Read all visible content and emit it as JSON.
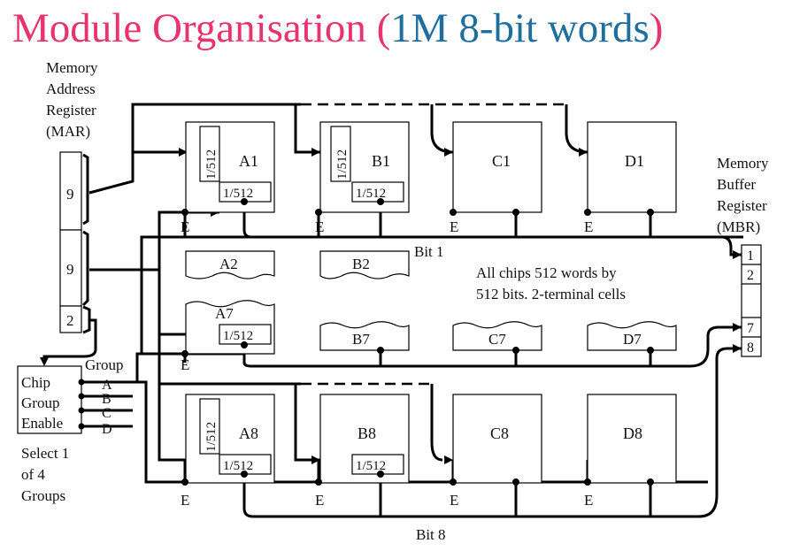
{
  "title": {
    "part1": "Module Organisation (",
    "part2": "1M 8-bit words",
    "part3": ")"
  },
  "colors": {
    "title_pink": "#e8336e",
    "title_blue": "#1f6f9e"
  },
  "mar": {
    "label": [
      "Memory",
      "Address",
      "Register",
      "(MAR)"
    ],
    "fields": [
      "9",
      "9",
      "2"
    ]
  },
  "mbr": {
    "label": [
      "Memory",
      "Buffer",
      "Register",
      "(MBR)"
    ],
    "bits": [
      "1",
      "2",
      "7",
      "8"
    ]
  },
  "group_enable": {
    "box_label": [
      "Chip",
      "Group",
      "Enable"
    ],
    "group_label": "Group",
    "lines": [
      "A",
      "B",
      "C",
      "D"
    ],
    "caption": [
      "Select 1",
      "of 4",
      "Groups"
    ]
  },
  "chips": {
    "row1": [
      "A1",
      "B1",
      "C1",
      "D1"
    ],
    "row2": [
      "A2",
      "B2"
    ],
    "row7": [
      "A7",
      "B7",
      "C7",
      "D7"
    ],
    "row8": [
      "A8",
      "B8",
      "C8",
      "D8"
    ]
  },
  "decoder_label": "1/512",
  "enable_label": "E",
  "note": [
    "All chips 512 words by",
    "512 bits. 2-terminal cells"
  ],
  "bit_labels": {
    "bit1": "Bit 1",
    "bit8": "Bit 8"
  }
}
